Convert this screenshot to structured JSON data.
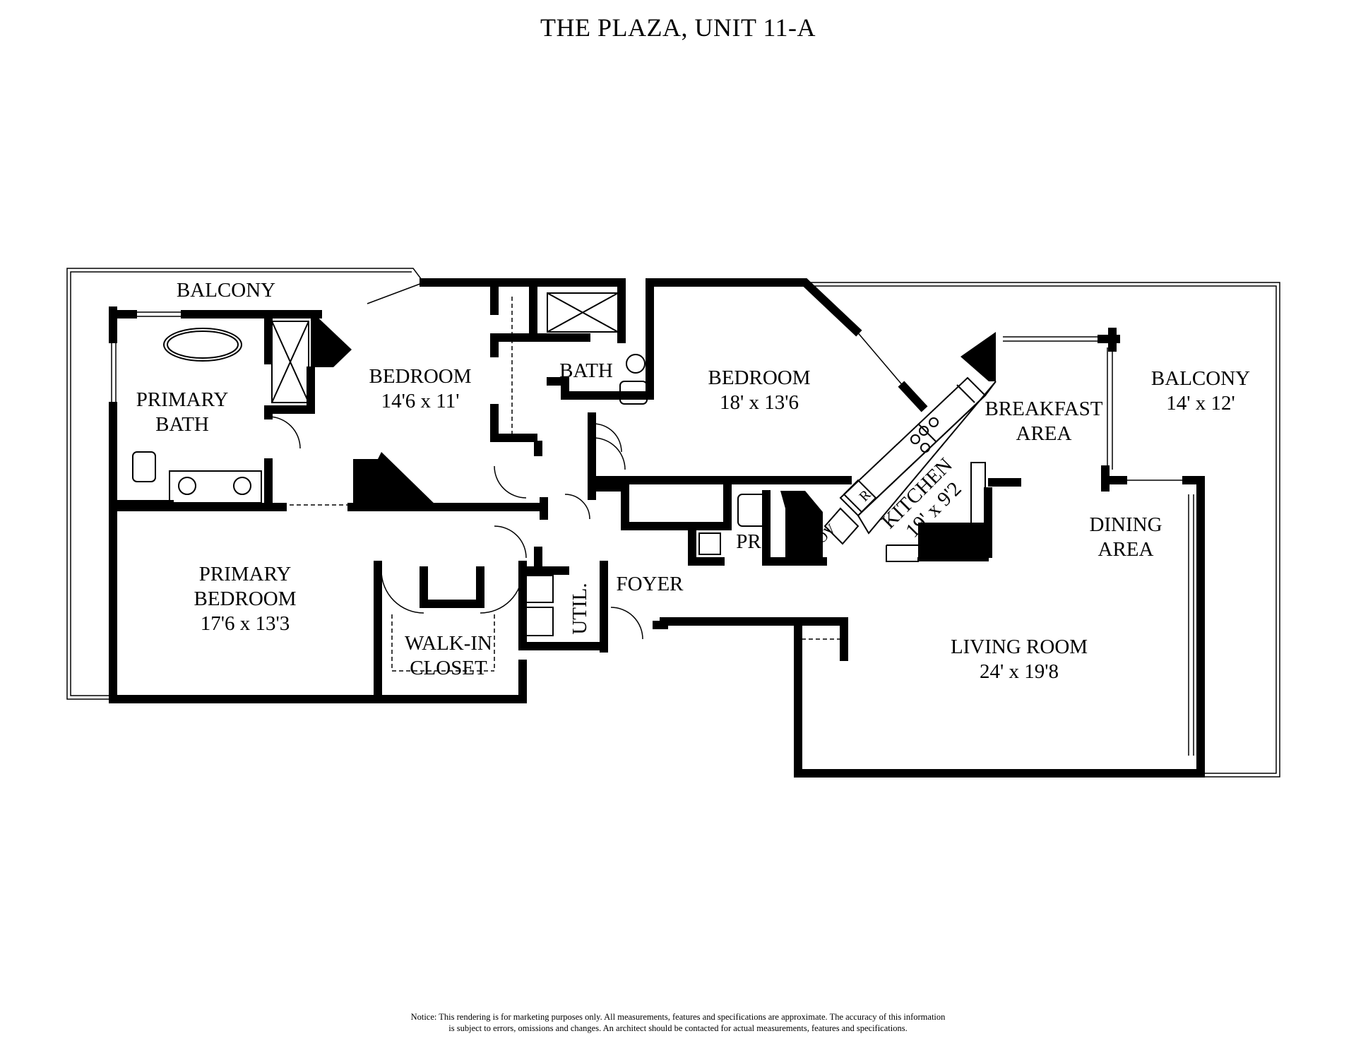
{
  "title": "THE PLAZA, UNIT 11-A",
  "rooms": {
    "balcony_west": "BALCONY",
    "primary_bath": [
      "PRIMARY",
      "BATH"
    ],
    "bedroom2": {
      "name": "BEDROOM",
      "dims": "14'6 x 11'"
    },
    "bath": "BATH",
    "bedroom3": {
      "name": "BEDROOM",
      "dims": "18' x 13'6"
    },
    "breakfast": [
      "BREAKFAST",
      "AREA"
    ],
    "balcony_east": {
      "name": "BALCONY",
      "dims": "14' x 12'"
    },
    "kitchen": {
      "name": "KITCHEN",
      "dims": "19' x 9'2"
    },
    "range": "R",
    "oven": "OV",
    "powder": "PR",
    "dining": [
      "DINING",
      "AREA"
    ],
    "primary_bedroom": {
      "name": [
        "PRIMARY",
        "BEDROOM"
      ],
      "dims": "17'6 x 13'3"
    },
    "walk_in_closet": [
      "WALK-IN",
      "CLOSET"
    ],
    "utility": "UTIL.",
    "foyer": "FOYER",
    "living": {
      "name": "LIVING ROOM",
      "dims": "24' x 19'8"
    }
  },
  "notice": [
    "Notice: This rendering is for marketing purposes only. All measurements, features and specifications are approximate. The accuracy of this information",
    "is subject to errors, omissions and changes. An architect should be contacted for actual measurements, features and specifications."
  ]
}
